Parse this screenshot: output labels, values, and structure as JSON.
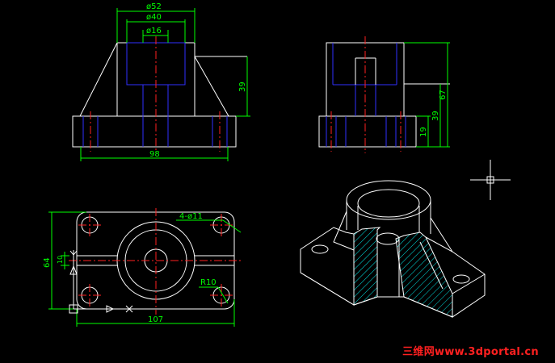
{
  "colors": {
    "background": "#000000",
    "outline": "#ffffff",
    "hidden_line": "#3030ff",
    "center_line": "#ff2020",
    "dimension": "#00ff00",
    "hatch": "#00e0e0",
    "watermark": "#ff2020"
  },
  "front_view": {
    "dims": {
      "d52": "ø52",
      "d40": "ø40",
      "d16": "ø16",
      "height": "39",
      "width": "98"
    }
  },
  "side_view": {
    "dims": {
      "total": "67",
      "middle": "39",
      "base": "19"
    }
  },
  "top_view": {
    "dims": {
      "holes": "4-ø11",
      "radius": "R10",
      "depth": "64",
      "small": "10",
      "width": "107"
    }
  },
  "crosshair_icon": "crosshair-cursor-icon",
  "ucs_icon": "ucs-axis-icon",
  "watermark": "三维网www.3dportal.cn"
}
